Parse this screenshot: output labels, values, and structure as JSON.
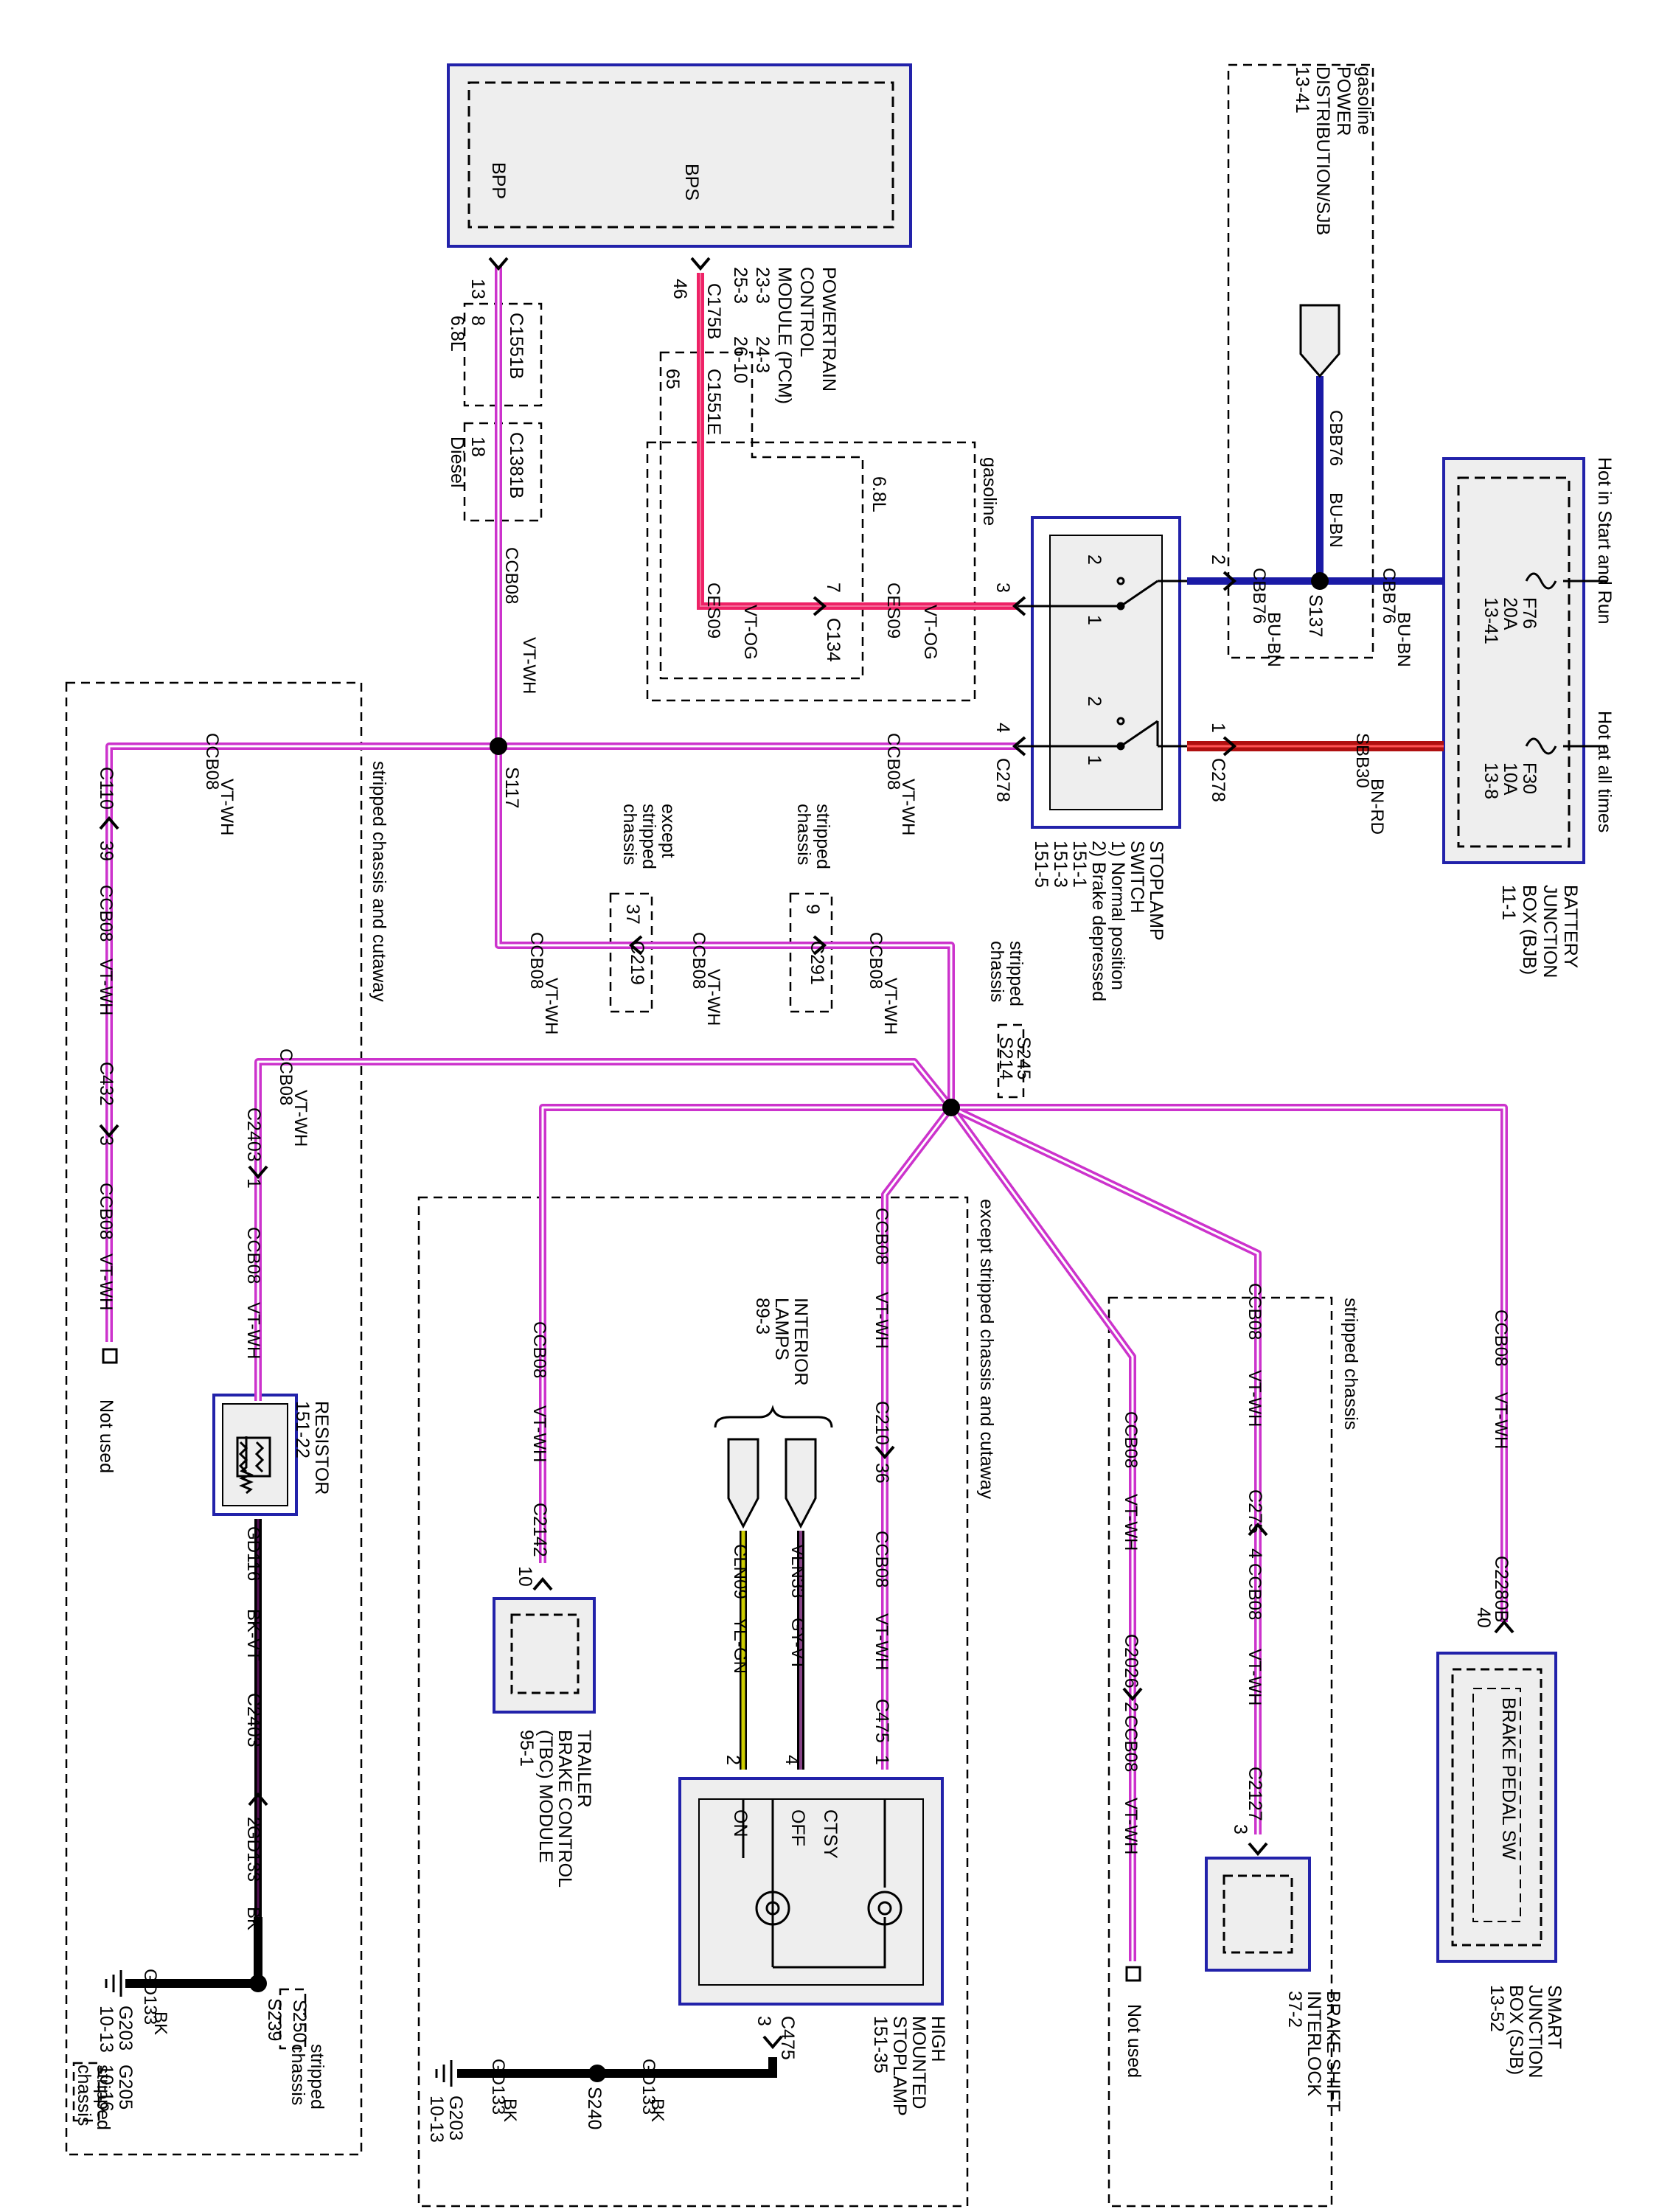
{
  "colors": {
    "violet_white": "#cc33cc",
    "violet_orange": "#ee2266",
    "blue": "#1a1aa6",
    "brown_red": "#b01010",
    "black": "#000000",
    "yellow_green": "#cccc00",
    "gray_violet": "#553355",
    "module_fill": "#eeeeee",
    "module_border": "#2222aa"
  },
  "pcm": {
    "title": "POWERTRAIN",
    "title2": "CONTROL",
    "title3": "MODULE (PCM)",
    "ref1": "23-3",
    "ref2": "24-3",
    "ref3": "25-3",
    "ref4": "26-10",
    "pin_bpp": "BPP",
    "pin_bps": "BPS",
    "pin13": "13",
    "pin46": "46"
  },
  "connectors": {
    "c175b": "C175B",
    "c1551b": "C1551B",
    "c1381b": "C1381B",
    "c1551e": "C1551E",
    "p8": "8",
    "p18": "18",
    "p65": "65",
    "l68": "6.8L",
    "ldiesel": "Diesel",
    "l68b": "6.8L",
    "lgasoline": "gasoline",
    "c134": "C134",
    "p7": "7",
    "c278a": "C278",
    "c278b": "C278",
    "c278c": "C278",
    "p3": "3",
    "p4": "4",
    "p1": "1",
    "p2": "2",
    "s117": "S117",
    "s214": "S214",
    "s245": "S245",
    "c219": "C219",
    "p37": "37",
    "c291": "C291",
    "p9": "9",
    "c110": "C110",
    "c110p": "39",
    "c432": "C432",
    "c432p": "3",
    "c2403a": "C2403",
    "c2403ap": "1",
    "c2403b": "C2403",
    "c2403bp": "2",
    "c2142": "C2142",
    "p10": "10",
    "c210": "C210",
    "c210p": "36",
    "c475a": "C475",
    "c475b": "C475",
    "p_1": "1",
    "p_4": "4",
    "p_2": "2",
    "p_3": "3",
    "c2026": "C2026",
    "c2026p": "2",
    "c275": "C275",
    "c275p": "4",
    "c2127": "C2127",
    "c2127p": "3",
    "c2280b": "C2280B",
    "p40": "40",
    "s239": "S239",
    "s250": "S250",
    "s240": "S240",
    "s137": "S137"
  },
  "wires": {
    "ccb08": "CCB08",
    "vtwh": "VT-WH",
    "ces09": "CES09",
    "vtog": "VT-OG",
    "cbb76": "CBB76",
    "bubn": "BU-BN",
    "sbb30": "SBB30",
    "bnrd": "BN-RD",
    "gd116": "GD116",
    "bkvt": "BK-VT",
    "gd133": "GD133",
    "bk": "BK",
    "cln09": "CLN09",
    "yegn": "YE-GN",
    "vln33": "VLN33",
    "gyvt": "GY-VT"
  },
  "labels": {
    "hot_start_run": "Hot in Start and Run",
    "hot_all": "Hot at all times",
    "gasoline_pd": "gasoline",
    "power_dist": "POWER",
    "power_dist2": "DISTRIBUTION/SJB",
    "power_dist_ref": "13-41",
    "stripped_chassis": "stripped chassis",
    "stripped_chassis_cutaway": "stripped chassis and cutaway",
    "except_stripped": "except stripped chassis and cutaway",
    "except_stripped_short1": "except",
    "except_stripped_short2": "stripped",
    "except_stripped_short3": "chassis",
    "stripped_short1": "stripped",
    "stripped_short2": "chassis",
    "stripped_s214_1": "stripped",
    "stripped_s214_2": "chassis",
    "stripped_g_1": "stripped",
    "stripped_g_2": "chassis",
    "stripped_s250_1": "stripped",
    "stripped_s250_2": "chassis",
    "not_used1": "Not used",
    "not_used2": "Not used"
  },
  "bjb": {
    "title": "BATTERY",
    "title2": "JUNCTION",
    "title3": "BOX (BJB)",
    "ref": "11-1",
    "f76": "F76",
    "f76a": "20A",
    "f76r": "13-41",
    "f30": "F30",
    "f30a": "10A",
    "f30r": "13-8"
  },
  "stoplamp_switch": {
    "title": "STOPLAMP",
    "title2": "SWITCH",
    "n1": "1) Normal position",
    "n2": "2) Brake depressed",
    "r1": "151-1",
    "r2": "151-3",
    "r3": "151-5",
    "s1": "1",
    "s2": "2",
    "s3": "1",
    "s4": "2"
  },
  "resistor": {
    "title": "RESISTOR",
    "ref": "151-22"
  },
  "trailer": {
    "t1": "TRAILER",
    "t2": "BRAKE CONTROL",
    "t3": "(TBC) MODULE",
    "ref": "95-1"
  },
  "interior": {
    "t1": "INTERIOR",
    "t2": "LAMPS",
    "ref": "89-3"
  },
  "hmsl": {
    "t1": "HIGH",
    "t2": "MOUNTED",
    "t3": "STOPLAMP",
    "ref": "151-35",
    "on": "ON",
    "off": "OFF",
    "ctsy": "CTSY"
  },
  "brake_shift": {
    "t1": "BRAKE SHIFT",
    "t2": "INTERLOCK",
    "ref": "37-2"
  },
  "sjb": {
    "t1": "SMART",
    "t2": "JUNCTION",
    "t3": "BOX (SJB)",
    "ref": "13-52",
    "sw": "BRAKE PEDAL SW"
  },
  "grounds": {
    "g203a": "G203",
    "g203ar": "10-13",
    "g205": "G205",
    "g205r": "10-16",
    "g203b": "G203",
    "g203br": "10-13"
  }
}
